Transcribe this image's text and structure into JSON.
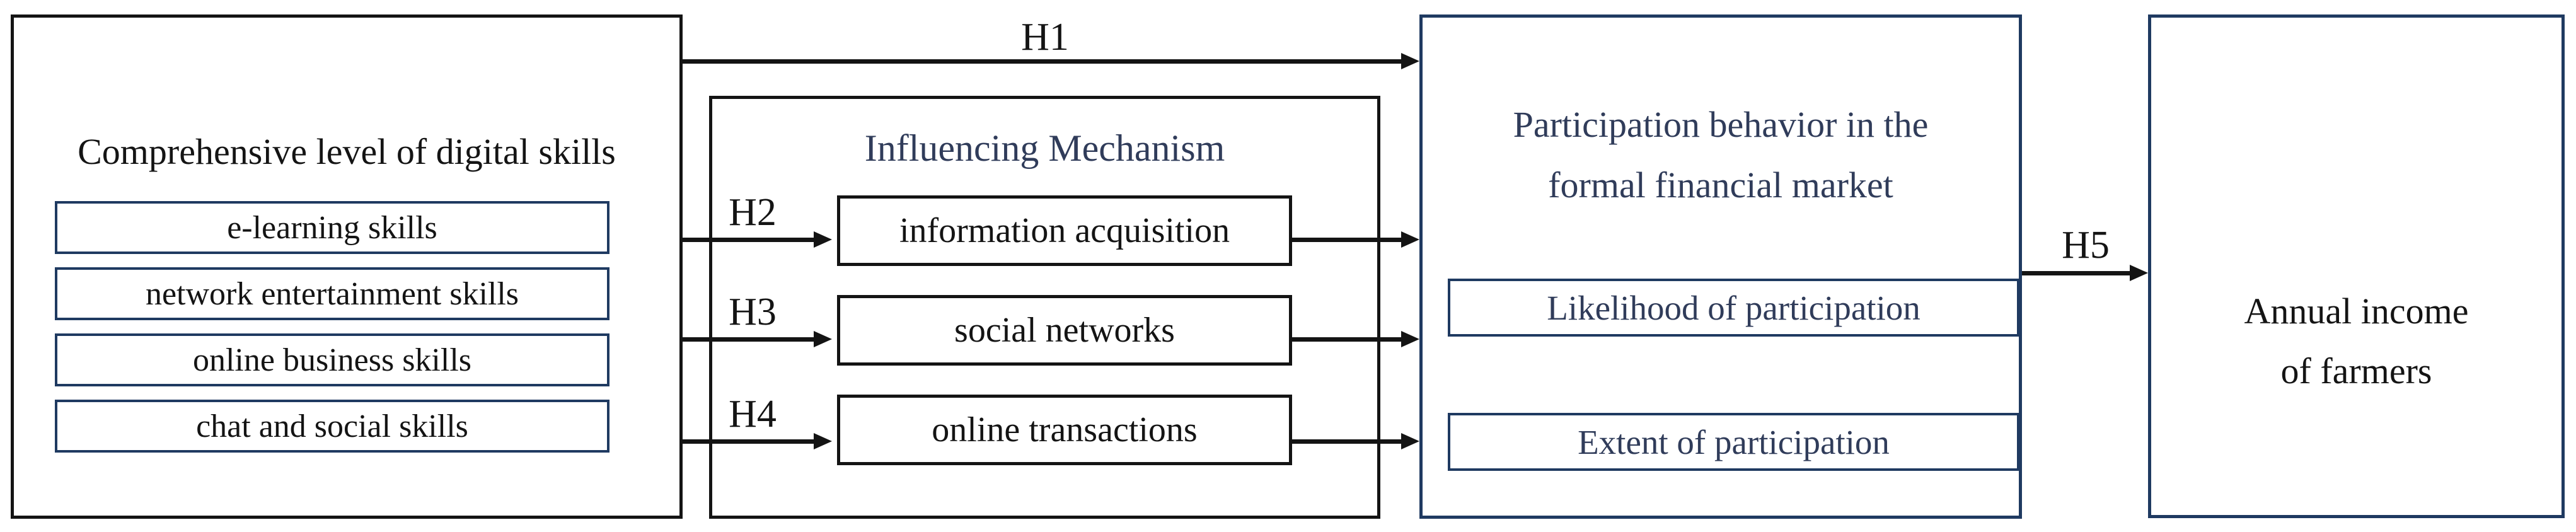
{
  "diagram": {
    "left_box": {
      "title": "Comprehensive level of digital skills",
      "items": [
        "e-learning skills",
        "network entertainment skills",
        "online business skills",
        "chat and social skills"
      ]
    },
    "mechanism_box": {
      "title": "Influencing Mechanism",
      "items": [
        "information acquisition",
        "social networks",
        "online transactions"
      ]
    },
    "participation_box": {
      "title_line1": "Participation behavior in the",
      "title_line2": "formal financial market",
      "items": [
        "Likelihood of participation",
        "Extent of participation"
      ]
    },
    "income_box": {
      "line1": "Annual income",
      "line2": "of farmers"
    },
    "hypothesis_labels": {
      "h1": "H1",
      "h2": "H2",
      "h3": "H3",
      "h4": "H4",
      "h5": "H5"
    },
    "colors": {
      "ink": "#141414",
      "navy": "#1f3a61",
      "navy_text": "#303c5a",
      "background": "#ffffff"
    }
  }
}
